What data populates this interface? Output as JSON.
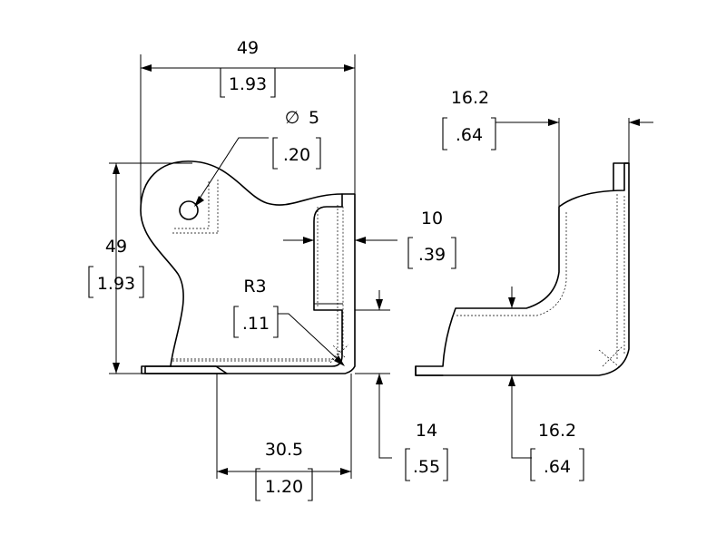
{
  "dimensions": {
    "top_width": {
      "mm": "49",
      "inch": "1.93"
    },
    "hole_diameter": {
      "symbol": "∅",
      "mm": "5",
      "inch": ".20"
    },
    "left_height": {
      "mm": "49",
      "inch": "1.93"
    },
    "slot_depth": {
      "mm": "10",
      "inch": ".39"
    },
    "corner_radius": {
      "mm": "R3",
      "inch": ".11"
    },
    "bottom_width": {
      "mm": "30.5",
      "inch": "1.20"
    },
    "flange_height": {
      "mm": "14",
      "inch": ".55"
    },
    "side_top_width": {
      "mm": "16.2",
      "inch": ".64"
    },
    "side_bottom_width": {
      "mm": "16.2",
      "inch": ".64"
    }
  }
}
